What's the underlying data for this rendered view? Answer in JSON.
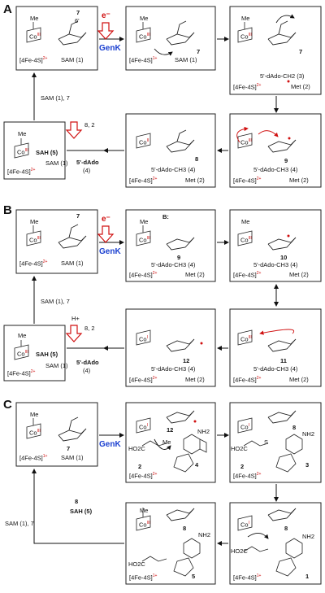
{
  "panels": [
    "A",
    "B",
    "C"
  ],
  "enzyme": "GenK",
  "electron": "e⁻",
  "cluster": {
    "base": "[4Fe-4S]",
    "charge_2": "2+",
    "charge_1": "1+"
  },
  "cob": {
    "methyl": "Me",
    "coIII": "Co",
    "ox3": "III",
    "ox2": "II",
    "ox1": "I"
  },
  "species": {
    "sam": "SAM (1)",
    "sah": "SAH (5)",
    "met": "Met (2)",
    "dado_ch3": "5'-dAdo-CH3 (4)",
    "dado_ch2": "5'-dAdo-CH2 (3)",
    "dado": "5'-dAdo",
    "dado_num": "(4)",
    "sam_7": "SAM (1), 7",
    "eight_two": "8, 2",
    "h_plus": "H+",
    "B": "B:",
    "nh2": "NH2",
    "ho2c": "HO2C",
    "me": "Me",
    "s": "S",
    "six_prime": "6'"
  },
  "compound_numbers": [
    "7",
    "8",
    "9",
    "10",
    "11",
    "12",
    "1",
    "2",
    "3",
    "4",
    "5"
  ]
}
